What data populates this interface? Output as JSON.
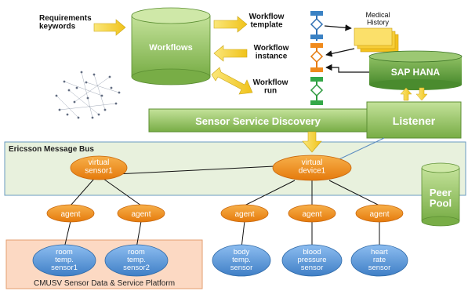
{
  "colors": {
    "green_light": "#a6cf6a",
    "green_dark": "#4a8b2e",
    "orange": "#ef8a14",
    "blue": "#5b9bd5",
    "yellow": "#f7d338",
    "bus_bg": "#e8f1dd",
    "platform_bg": "#fcd9c3"
  },
  "inputs": {
    "requirements": "Requirements\nkeywords"
  },
  "workflows": {
    "label": "Workflows"
  },
  "workflow_steps": [
    {
      "label": "Workflow\ntemplate"
    },
    {
      "label": "Workflow\ninstance"
    },
    {
      "label": "Workflow\nrun"
    }
  ],
  "medical_history": {
    "label": "Medical\nHistory"
  },
  "sap_hana": {
    "label": "SAP HANA"
  },
  "listener": {
    "label": "Listener"
  },
  "discovery": {
    "label": "Sensor Service Discovery"
  },
  "bus": {
    "label": "Ericsson Message Bus"
  },
  "peer_pool": {
    "label": "Peer\nPool"
  },
  "virtual_nodes": [
    {
      "label": "virtual\nsensor1"
    },
    {
      "label": "virtual\ndevice1"
    }
  ],
  "agents": [
    {
      "label": "agent"
    },
    {
      "label": "agent"
    },
    {
      "label": "agent"
    },
    {
      "label": "agent"
    },
    {
      "label": "agent"
    }
  ],
  "sensors": [
    {
      "label": "room\ntemp.\nsensor1"
    },
    {
      "label": "room\ntemp.\nsensor2"
    },
    {
      "label": "body\ntemp.\nsensor"
    },
    {
      "label": "blood\npressure\nsensor"
    },
    {
      "label": "heart\nrate\nsensor"
    }
  ],
  "platform": {
    "label": "CMUSV Sensor Data & Service Platform"
  }
}
